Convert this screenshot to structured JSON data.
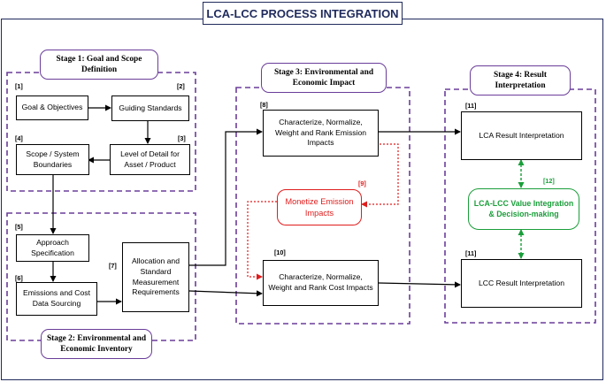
{
  "title": "LCA-LCC PROCESS INTEGRATION",
  "stages": {
    "stage1": "Stage 1: Goal and Scope Definition",
    "stage2": "Stage 2: Environmental and Economic Inventory",
    "stage3": "Stage 3: Environmental  and Economic Impact",
    "stage4": "Stage 4: Result Interpretation"
  },
  "boxes": {
    "goal": "Goal & Objectives",
    "guiding": "Guiding Standards",
    "level": "Level of Detail  for Asset / Product",
    "scope": "Scope / System Boundaries",
    "approach": "Approach Specification",
    "emissions": "Emissions and Cost Data Sourcing",
    "allocation": "Allocation and Standard Measurement Requirements",
    "char_emission": "Characterize, Normalize, Weight and Rank Emission Impacts",
    "monetize": "Monetize Emission Impacts",
    "char_cost": "Characterize, Normalize, Weight and Rank Cost Impacts",
    "lca_result": "LCA Result Interpretation",
    "value_integration": "LCA-LCC Value Integration & Decision-making",
    "lcc_result": "LCC Result Interpretation"
  },
  "numbers": {
    "n1": "[1]",
    "n2": "[2]",
    "n3": "[3]",
    "n4": "[4]",
    "n5": "[5]",
    "n6": "[6]",
    "n7": "[7]",
    "n8": "[8]",
    "n9": "[9]",
    "n10": "[10]",
    "n11a": "[11]",
    "n11b": "[11]",
    "n12": "[12]"
  },
  "colors": {
    "frame": "#1f2a5c",
    "stage_border": "#6a3d9a",
    "monetize": "#e01c1c",
    "integration": "#1a9e3a"
  }
}
